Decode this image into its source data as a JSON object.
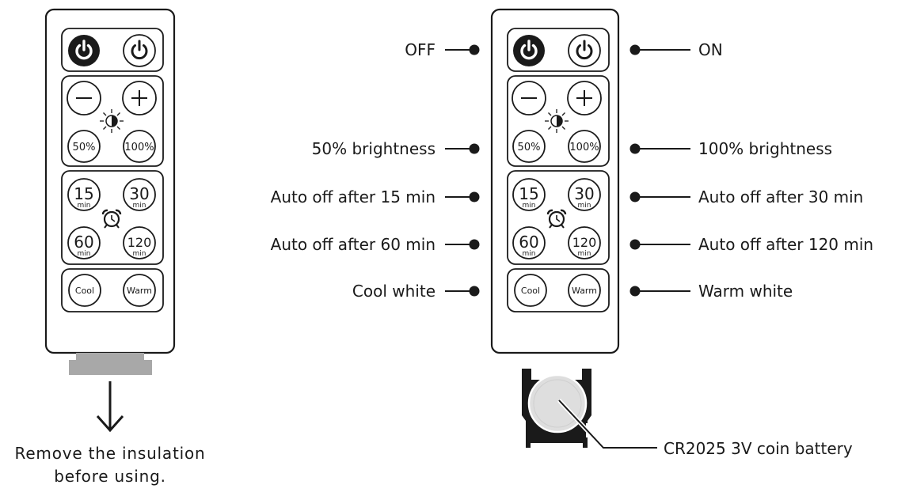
{
  "left_remote": {
    "buttons": {
      "pct50": "50%",
      "pct100": "100%",
      "t15": "15",
      "t30": "30",
      "t60": "60",
      "t120": "120",
      "min": "min",
      "cool": "Cool",
      "warm": "Warm"
    },
    "instruction_line1": "Remove the insulation",
    "instruction_line2": "before using."
  },
  "right_remote": {
    "buttons": {
      "pct50": "50%",
      "pct100": "100%",
      "t15": "15",
      "t30": "30",
      "t60": "60",
      "t120": "120",
      "min": "min",
      "cool": "Cool",
      "warm": "Warm"
    }
  },
  "labels": {
    "off": "OFF",
    "on": "ON",
    "brightness_50": "50% brightness",
    "brightness_100": "100% brightness",
    "auto_off_15": "Auto off after 15 min",
    "auto_off_30": "Auto off after 30 min",
    "auto_off_60": "Auto off after 60 min",
    "auto_off_120": "Auto off after 120 min",
    "cool_white": "Cool white",
    "warm_white": "Warm white",
    "battery": "CR2025 3V coin battery"
  },
  "icons": [
    "power-icon",
    "minus-icon",
    "plus-icon",
    "brightness-icon",
    "alarm-clock-icon",
    "arrow-down-icon",
    "coin-battery-icon"
  ]
}
